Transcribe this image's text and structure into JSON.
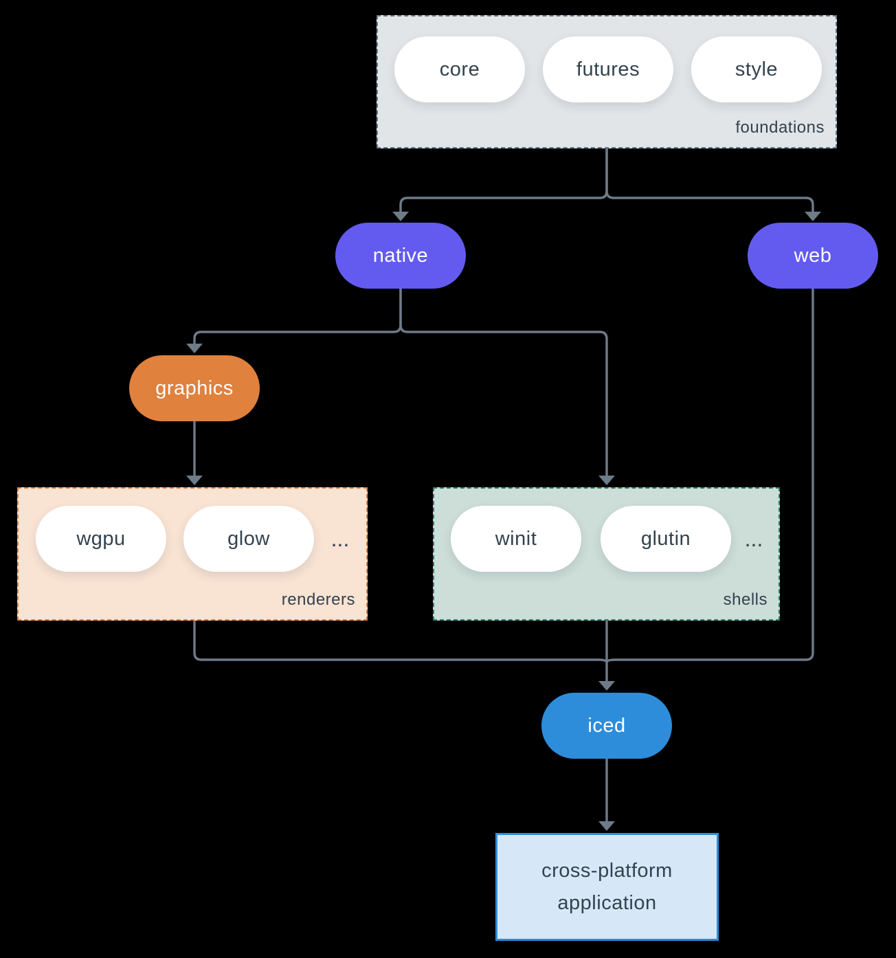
{
  "diagram": {
    "foundations": {
      "label": "foundations",
      "pills": [
        "core",
        "futures",
        "style"
      ]
    },
    "native": {
      "label": "native"
    },
    "web": {
      "label": "web"
    },
    "graphics": {
      "label": "graphics"
    },
    "renderers": {
      "label": "renderers",
      "pills": [
        "wgpu",
        "glow"
      ],
      "more": "..."
    },
    "shells": {
      "label": "shells",
      "pills": [
        "winit",
        "glutin"
      ],
      "more": "..."
    },
    "iced": {
      "label": "iced"
    },
    "application": {
      "line1": "cross-platform",
      "line2": "application"
    }
  },
  "colors": {
    "background": "#000000",
    "arrow": "#6e7b88",
    "text_dark": "#33424e",
    "node_purple": "#635bf0",
    "node_orange": "#e0813d",
    "node_blue": "#2d8ddb",
    "foundations_fill": "#e1e5e8",
    "foundations_border": "#66788a",
    "renderers_fill": "#f9e3d3",
    "renderers_border": "#e0813d",
    "shells_fill": "#cdddd7",
    "shells_border": "#2e7f6e",
    "application_fill": "#d6e8f8",
    "application_border": "#2d8ddb"
  }
}
